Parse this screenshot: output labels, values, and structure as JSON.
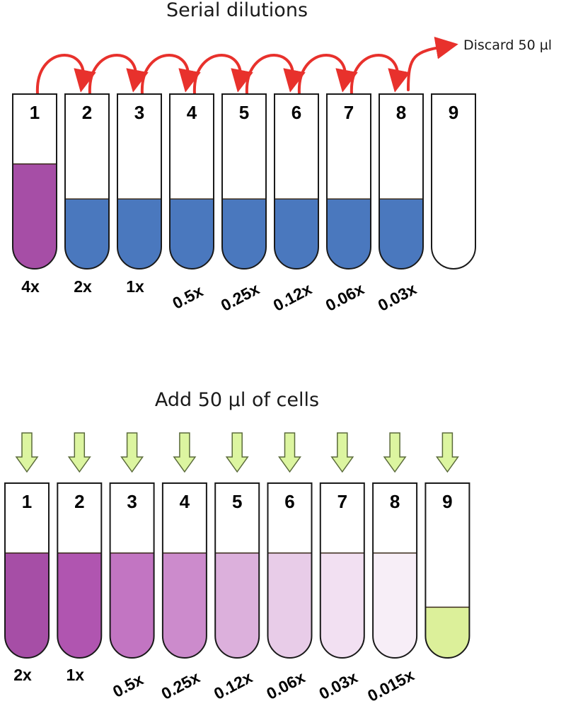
{
  "top": {
    "title": "Serial dilutions",
    "discard_label": "Discard 50 µl",
    "tubes": [
      {
        "number": "1",
        "concentration": "4x",
        "liquid": "#a64ea6",
        "level": 0.6
      },
      {
        "number": "2",
        "concentration": "2x",
        "liquid": "#4a78be",
        "level": 0.4
      },
      {
        "number": "3",
        "concentration": "1x",
        "liquid": "#4a78be",
        "level": 0.4
      },
      {
        "number": "4",
        "concentration": "0.5x",
        "liquid": "#4a78be",
        "level": 0.4
      },
      {
        "number": "5",
        "concentration": "0.25x",
        "liquid": "#4a78be",
        "level": 0.4
      },
      {
        "number": "6",
        "concentration": "0.12x",
        "liquid": "#4a78be",
        "level": 0.4
      },
      {
        "number": "7",
        "concentration": "0.06x",
        "liquid": "#4a78be",
        "level": 0.4
      },
      {
        "number": "8",
        "concentration": "0.03x",
        "liquid": "#4a78be",
        "level": 0.4
      },
      {
        "number": "9",
        "concentration": "",
        "liquid": "#ffffff",
        "level": 0
      }
    ],
    "transfer_arrow_color": "#e8312c"
  },
  "bottom": {
    "title": "Add 50 µl of cells",
    "tubes": [
      {
        "number": "1",
        "concentration": "2x",
        "liquid": "#a64ea6",
        "level": 0.6
      },
      {
        "number": "2",
        "concentration": "1x",
        "liquid": "#b055b0",
        "level": 0.6
      },
      {
        "number": "3",
        "concentration": "0.5x",
        "liquid": "#c275c2",
        "level": 0.6
      },
      {
        "number": "4",
        "concentration": "0.25x",
        "liquid": "#cc8bcc",
        "level": 0.6
      },
      {
        "number": "5",
        "concentration": "0.12x",
        "liquid": "#dcb0dc",
        "level": 0.6
      },
      {
        "number": "6",
        "concentration": "0.06x",
        "liquid": "#e8cce8",
        "level": 0.6
      },
      {
        "number": "7",
        "concentration": "0.03x",
        "liquid": "#f2e0f2",
        "level": 0.6
      },
      {
        "number": "8",
        "concentration": "0.015x",
        "liquid": "#f7eef7",
        "level": 0.6
      },
      {
        "number": "9",
        "concentration": "",
        "liquid": "#dcf09a",
        "level": 0.29
      }
    ],
    "add_arrow_color": "#dcf5a0"
  }
}
